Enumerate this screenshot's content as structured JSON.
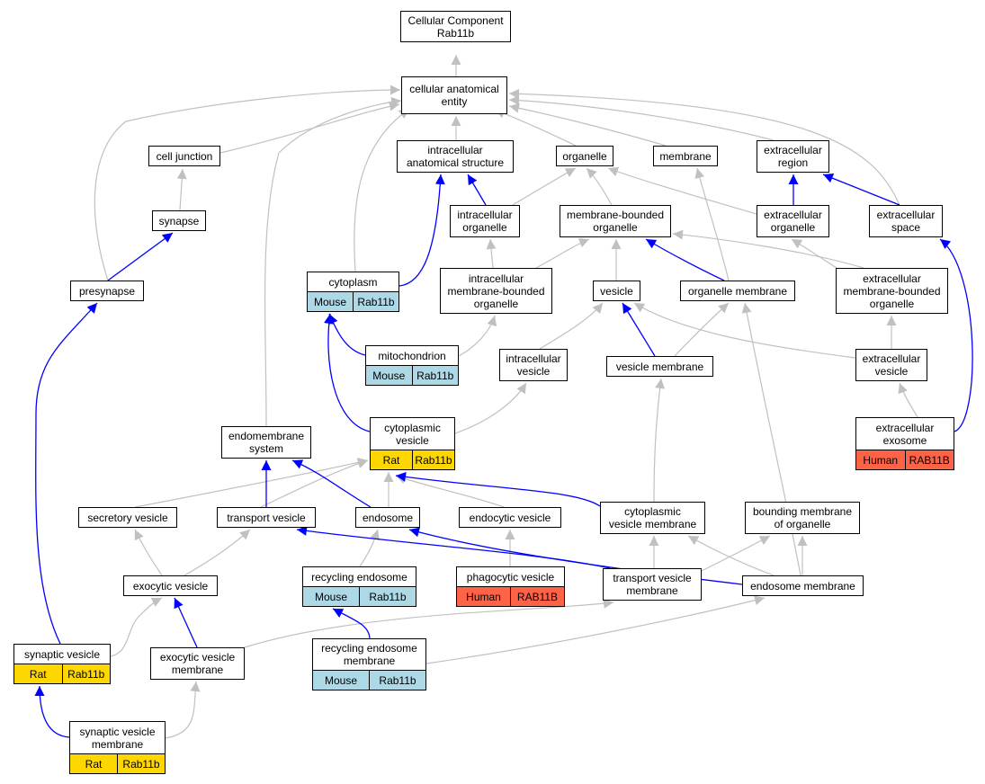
{
  "colors": {
    "gray_edge": "#c0c0c0",
    "blue_edge": "#0000ff",
    "mouse": "#add8e6",
    "rat": "#ffd700",
    "human": "#ff6347"
  },
  "nodes": {
    "cc": {
      "label": "Cellular Component\nRab11b"
    },
    "cae": {
      "label": "cellular anatomical\nentity"
    },
    "cj": {
      "label": "cell junction"
    },
    "ias": {
      "label": "intracellular\nanatomical structure"
    },
    "org": {
      "label": "organelle"
    },
    "mem": {
      "label": "membrane"
    },
    "exr": {
      "label": "extracellular\nregion"
    },
    "syn": {
      "label": "synapse"
    },
    "iorg": {
      "label": "intracellular\norganelle"
    },
    "mbo": {
      "label": "membrane-bounded\norganelle"
    },
    "exo": {
      "label": "extracellular\norganelle"
    },
    "exs": {
      "label": "extracellular\nspace"
    },
    "pre": {
      "label": "presynapse"
    },
    "cyt": {
      "label": "cytoplasm",
      "ann": [
        "Mouse",
        "Rab11b"
      ]
    },
    "imbo": {
      "label": "intracellular\nmembrane-bounded\norganelle"
    },
    "ves": {
      "label": "vesicle"
    },
    "om": {
      "label": "organelle membrane"
    },
    "embo": {
      "label": "extracellular\nmembrane-bounded\norganelle"
    },
    "mit": {
      "label": "mitochondrion",
      "ann": [
        "Mouse",
        "Rab11b"
      ]
    },
    "iv": {
      "label": "intracellular\nvesicle"
    },
    "vm": {
      "label": "vesicle membrane"
    },
    "ev": {
      "label": "extracellular\nvesicle"
    },
    "ems": {
      "label": "endomembrane\nsystem"
    },
    "cv": {
      "label": "cytoplasmic\nvesicle",
      "ann": [
        "Rat",
        "Rab11b"
      ]
    },
    "exsm": {
      "label": "extracellular\nexosome",
      "ann": [
        "Human",
        "RAB11B"
      ]
    },
    "sv": {
      "label": "secretory vesicle"
    },
    "tv": {
      "label": "transport vesicle"
    },
    "endo": {
      "label": "endosome"
    },
    "ecv": {
      "label": "endocytic vesicle"
    },
    "cvm": {
      "label": "cytoplasmic\nvesicle membrane"
    },
    "bmo": {
      "label": "bounding membrane\nof organelle"
    },
    "re": {
      "label": "recycling endosome",
      "ann": [
        "Mouse",
        "Rab11b"
      ]
    },
    "pv": {
      "label": "phagocytic vesicle",
      "ann": [
        "Human",
        "RAB11B"
      ]
    },
    "exv": {
      "label": "exocytic vesicle"
    },
    "tvm": {
      "label": "transport vesicle\nmembrane"
    },
    "em": {
      "label": "endosome membrane"
    },
    "synv": {
      "label": "synaptic vesicle",
      "ann": [
        "Rat",
        "Rab11b"
      ]
    },
    "evm": {
      "label": "exocytic vesicle\nmembrane"
    },
    "rem": {
      "label": "recycling endosome\nmembrane",
      "ann": [
        "Mouse",
        "Rab11b"
      ]
    },
    "svm": {
      "label": "synaptic vesicle\nmembrane",
      "ann": [
        "Rat",
        "Rab11b"
      ]
    }
  }
}
